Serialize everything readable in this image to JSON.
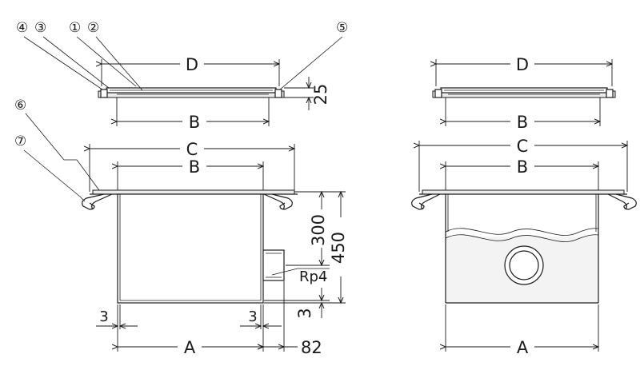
{
  "callouts": {
    "c1": "①",
    "c2": "②",
    "c3": "③",
    "c4": "④",
    "c5": "⑤",
    "c6": "⑥",
    "c7": "⑦"
  },
  "dimensions": {
    "A": "A",
    "B": "B",
    "C": "C",
    "D": "D",
    "lid_height": "25",
    "inner_depth": "300",
    "total_depth": "450",
    "wall_left": "3",
    "wall_right": "3",
    "bottom_thickness": "3",
    "outlet_offset": "82",
    "outlet_thread": "Rp4"
  }
}
